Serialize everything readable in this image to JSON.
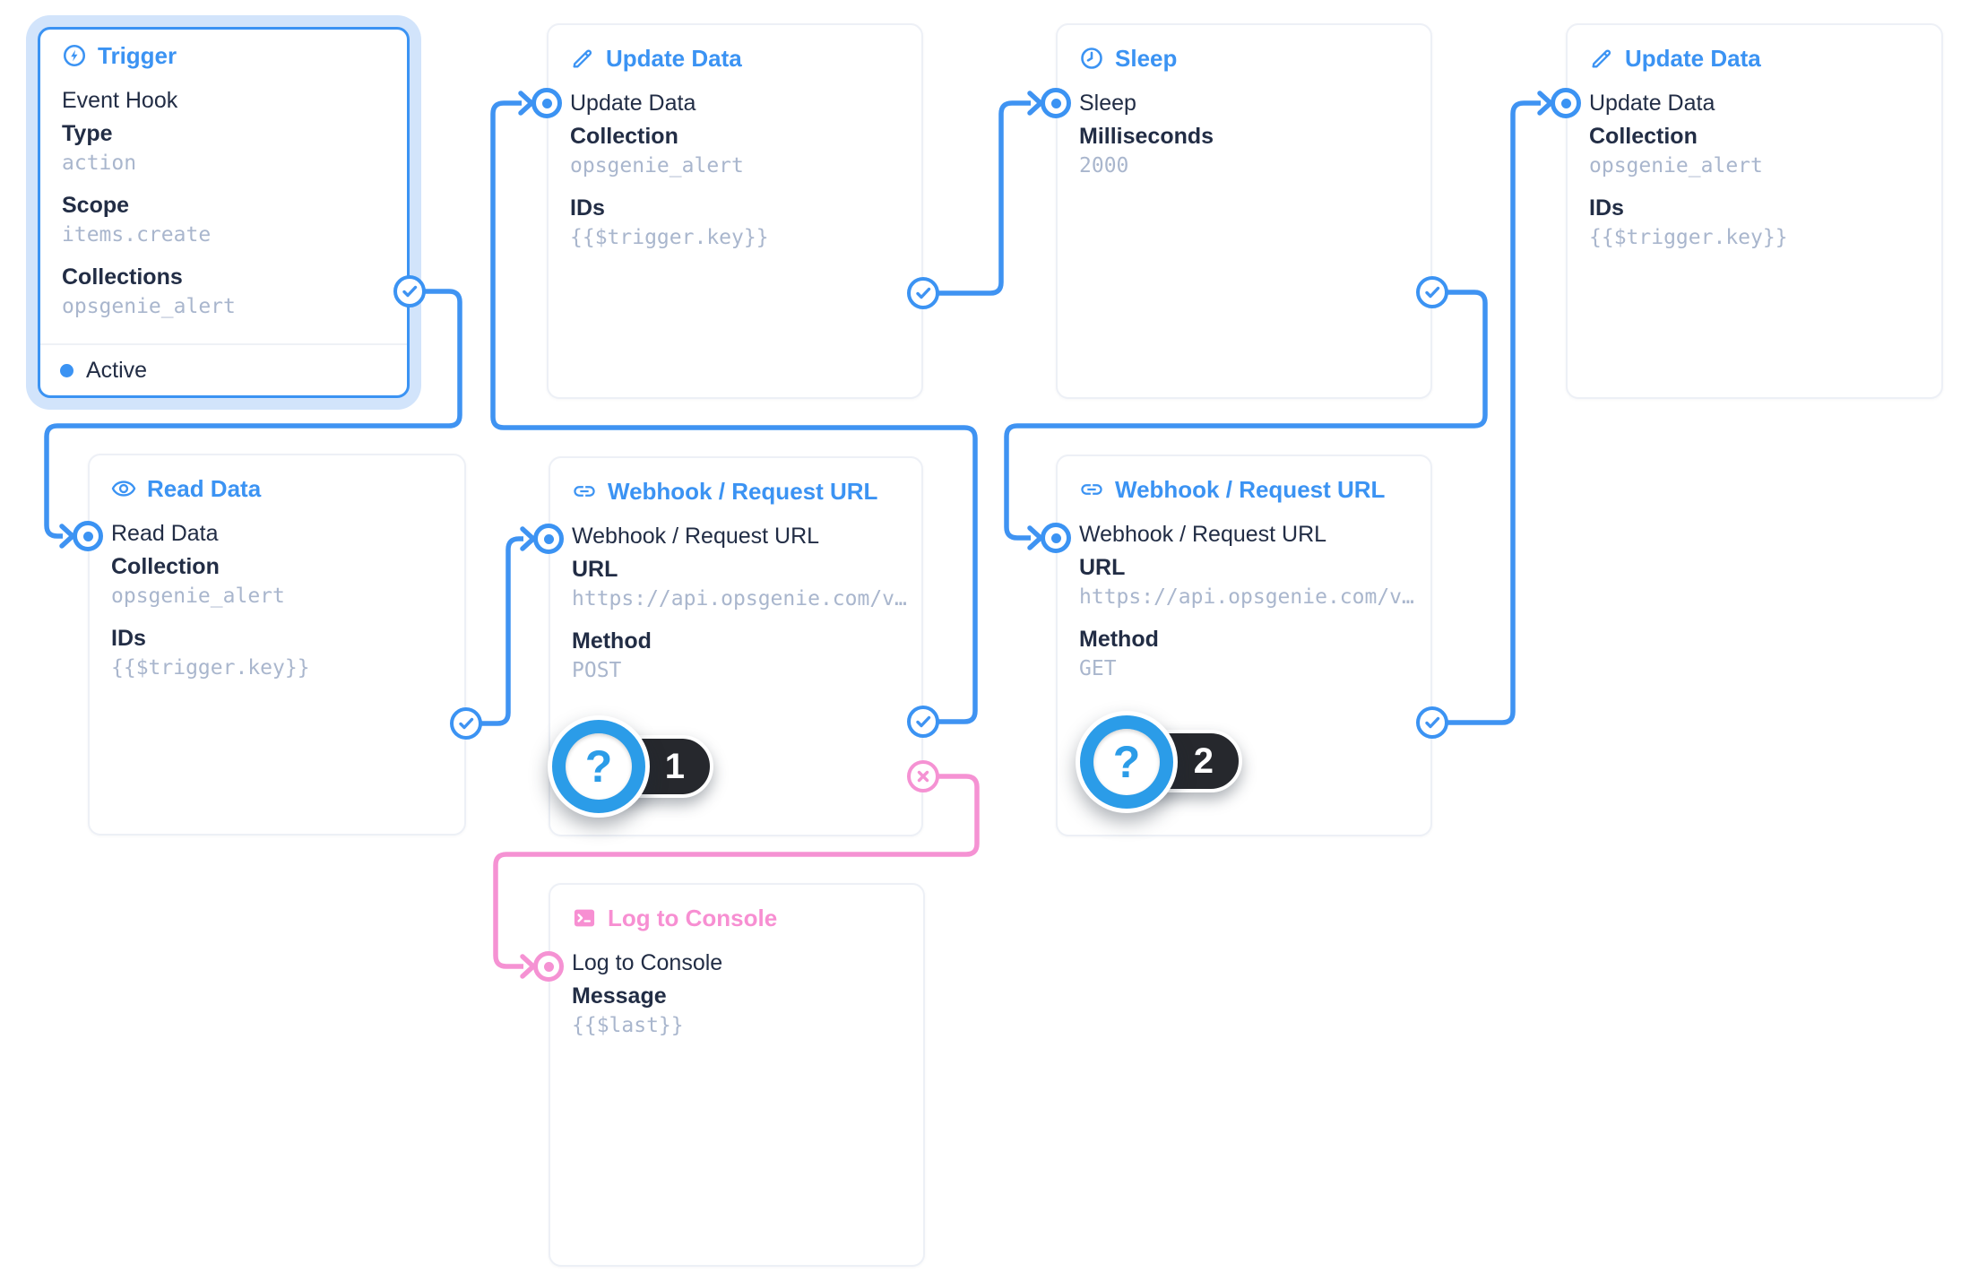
{
  "nodes": {
    "trigger": {
      "title": "Trigger",
      "name": "Event Hook",
      "fields": [
        {
          "label": "Type",
          "value": "action"
        },
        {
          "label": "Scope",
          "value": "items.create"
        },
        {
          "label": "Collections",
          "value": "opsgenie_alert"
        }
      ],
      "status": "Active"
    },
    "update1": {
      "title": "Update Data",
      "name": "Update Data",
      "fields": [
        {
          "label": "Collection",
          "value": "opsgenie_alert"
        },
        {
          "label": "IDs",
          "value": "{{$trigger.key}}"
        }
      ]
    },
    "sleep": {
      "title": "Sleep",
      "name": "Sleep",
      "fields": [
        {
          "label": "Milliseconds",
          "value": "2000"
        }
      ]
    },
    "update2": {
      "title": "Update Data",
      "name": "Update Data",
      "fields": [
        {
          "label": "Collection",
          "value": "opsgenie_alert"
        },
        {
          "label": "IDs",
          "value": "{{$trigger.key}}"
        }
      ]
    },
    "read": {
      "title": "Read Data",
      "name": "Read Data",
      "fields": [
        {
          "label": "Collection",
          "value": "opsgenie_alert"
        },
        {
          "label": "IDs",
          "value": "{{$trigger.key}}"
        }
      ]
    },
    "webhook1": {
      "title": "Webhook / Request URL",
      "name": "Webhook / Request URL",
      "fields": [
        {
          "label": "URL",
          "value": "https://api.opsgenie.com/v…"
        },
        {
          "label": "Method",
          "value": "POST"
        }
      ],
      "badge": "1"
    },
    "webhook2": {
      "title": "Webhook / Request URL",
      "name": "Webhook / Request URL",
      "fields": [
        {
          "label": "URL",
          "value": "https://api.opsgenie.com/v…"
        },
        {
          "label": "Method",
          "value": "GET"
        }
      ],
      "badge": "2"
    },
    "log": {
      "title": "Log to Console",
      "name": "Log to Console",
      "fields": [
        {
          "label": "Message",
          "value": "{{$last}}"
        }
      ]
    }
  },
  "badges": {
    "glyph": "?"
  },
  "colors": {
    "accent_blue": "#3b93f3",
    "accent_pink": "#f592d3",
    "selected_glow": "#d2e4fb",
    "text_dark": "#222d45",
    "text_mono_gray": "#a9b6cd",
    "card_border": "#edf0f6",
    "badge_circle_blue": "#2b9ce8",
    "badge_pill_dark": "#26282d"
  },
  "connections": [
    {
      "from": "trigger",
      "port": "resolve",
      "to": "read"
    },
    {
      "from": "read",
      "port": "resolve",
      "to": "webhook1"
    },
    {
      "from": "webhook1",
      "port": "resolve",
      "to": "update1"
    },
    {
      "from": "webhook1",
      "port": "reject",
      "to": "log"
    },
    {
      "from": "update1",
      "port": "resolve",
      "to": "sleep"
    },
    {
      "from": "sleep",
      "port": "resolve",
      "to": "webhook2"
    },
    {
      "from": "webhook2",
      "port": "resolve",
      "to": "update2"
    }
  ]
}
